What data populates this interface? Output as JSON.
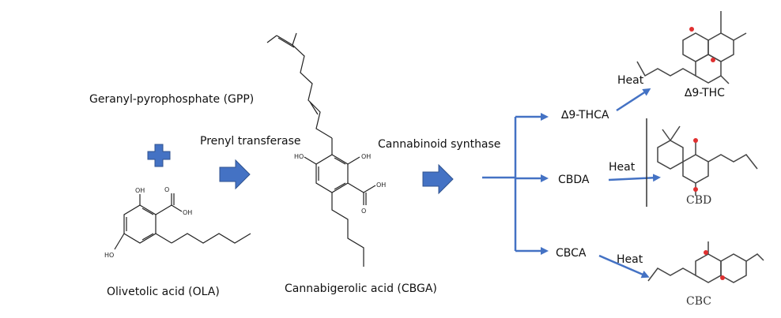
{
  "labels": {
    "gpp": "Geranyl-pyrophosphate (GPP)",
    "ola": "Olivetolic acid (OLA)",
    "prenyl": "Prenyl transferase",
    "cbga": "Cannabigerolic acid (CBGA)",
    "synthase": "Cannabinoid synthase",
    "thca": "∆9-THCA",
    "cbda": "CBDA",
    "cbca": "CBCA",
    "heat": "Heat",
    "thc": "∆9-THC",
    "cbd": "CBD",
    "cbc": "CBC"
  },
  "atoms": {
    "oh": "OH",
    "ho": "HO",
    "o": "O"
  },
  "colors": {
    "arrow_blue": "#4472c4",
    "plus_blue": "#4472c4",
    "bond": "#222222",
    "oxygen": "#e03030"
  }
}
